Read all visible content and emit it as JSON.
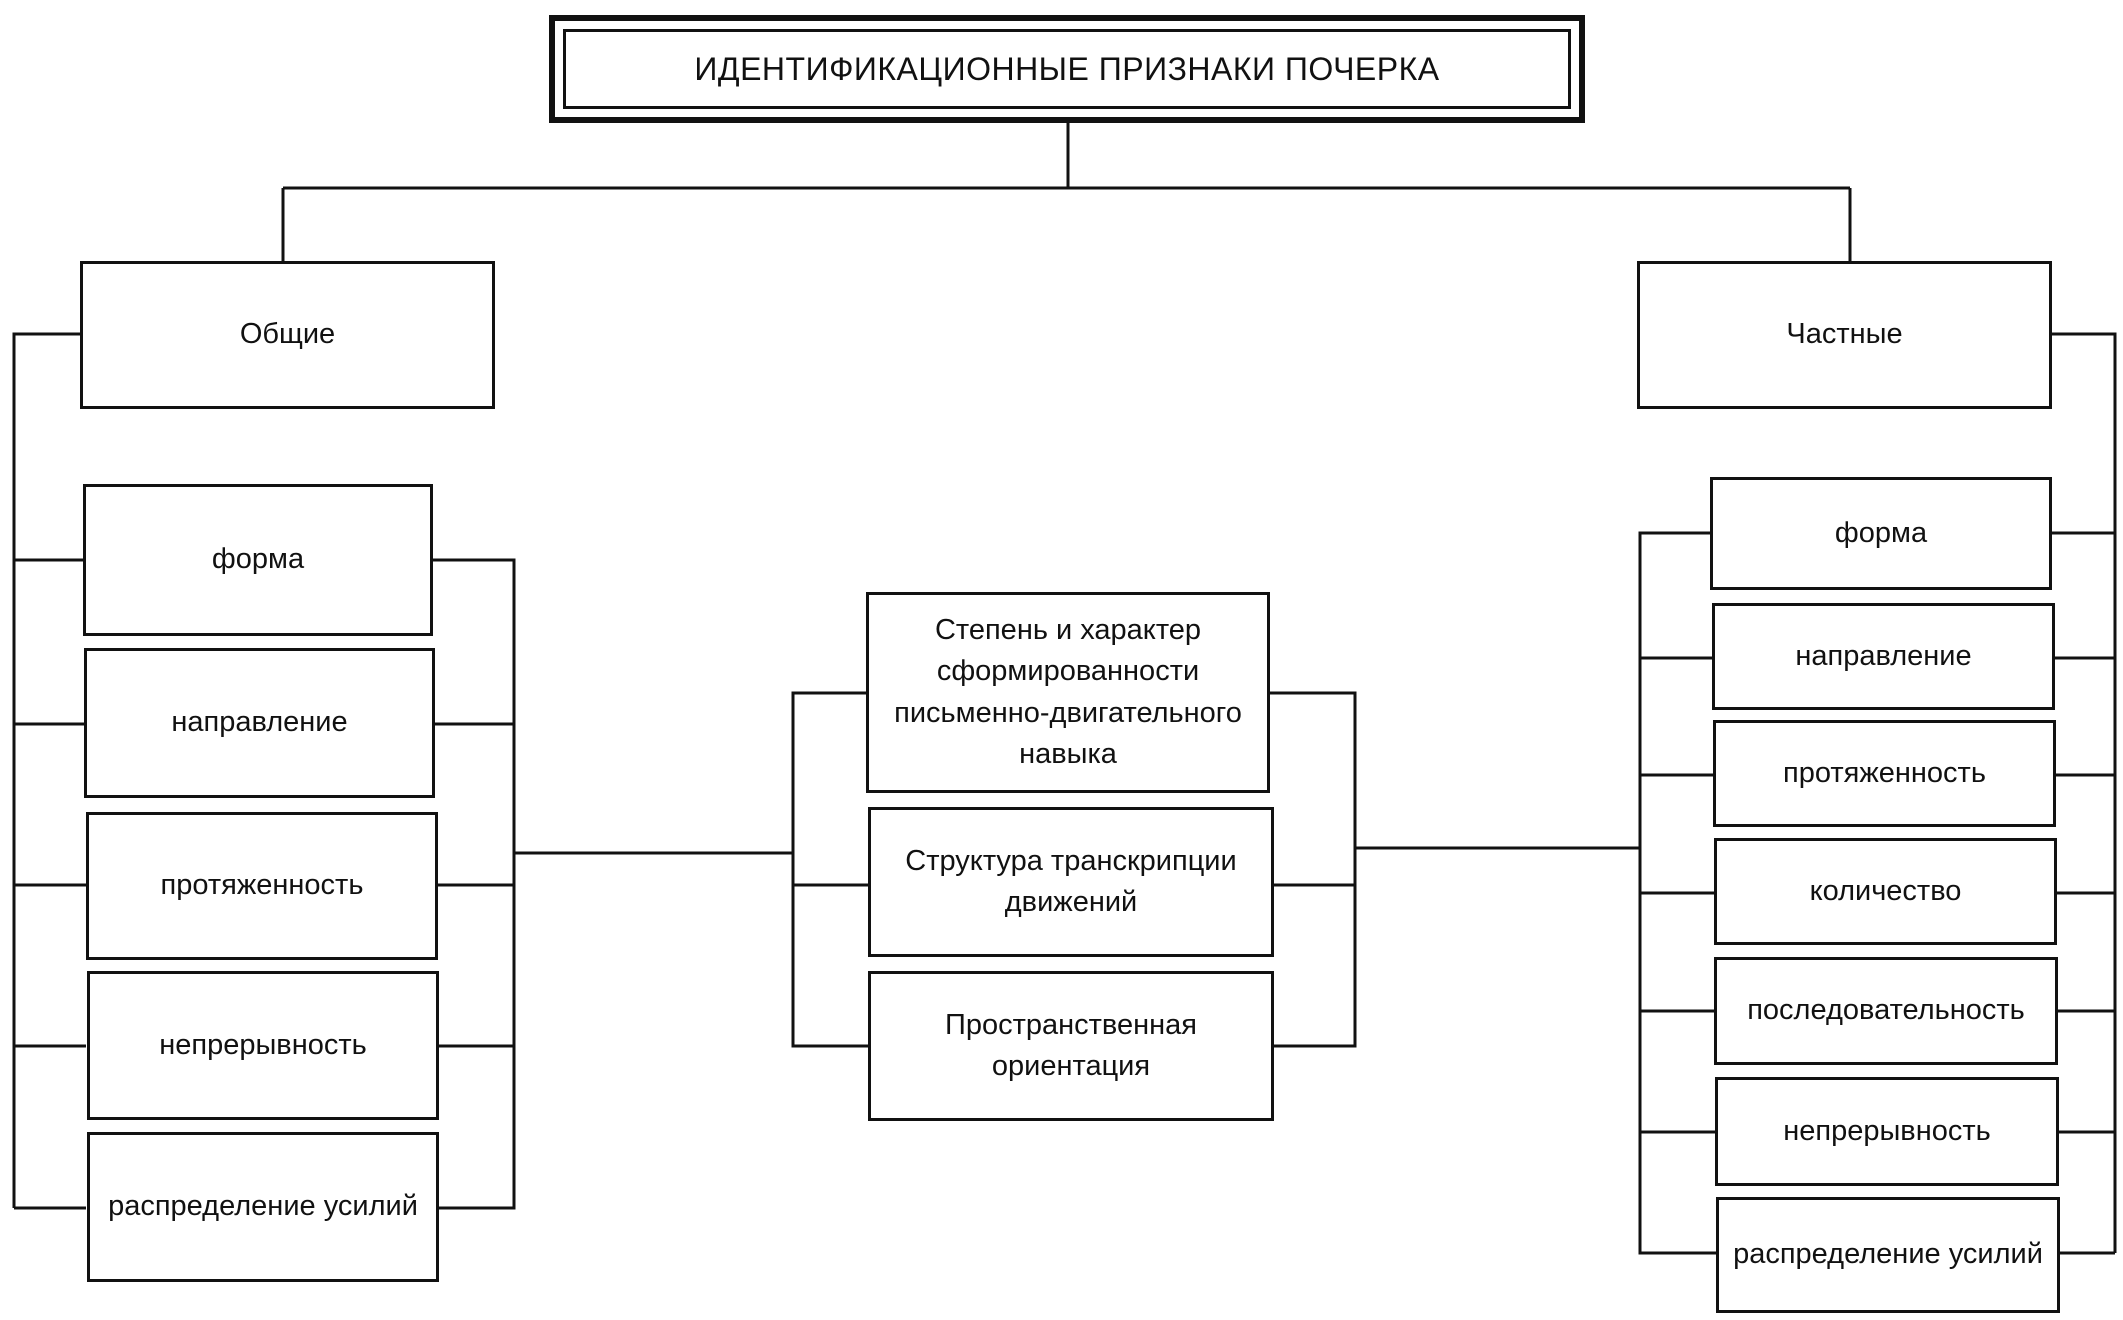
{
  "title": "ИДЕНТИФИКАЦИОННЫЕ ПРИЗНАКИ ПОЧЕРКА",
  "general": {
    "label": "Общие",
    "items": [
      "форма",
      "направление",
      "протяженность",
      "непрерывность",
      "распределение усилий"
    ]
  },
  "center": {
    "items": [
      "Степень и характер сформированности письменно-двигательного навыка",
      "Структура транскрипции движений",
      "Пространственная ориентация"
    ]
  },
  "particular": {
    "label": "Частные",
    "items": [
      "форма",
      "направление",
      "протяженность",
      "количество",
      "последовательность",
      "непрерывность",
      "распределение усилий"
    ]
  }
}
